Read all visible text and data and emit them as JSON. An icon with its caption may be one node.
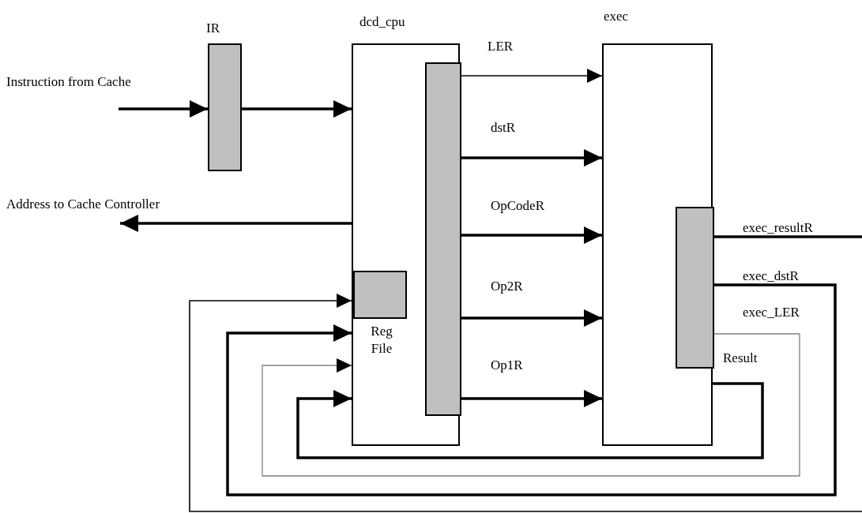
{
  "diagram": {
    "nodes": [
      {
        "text": [
          "IR"
        ]
      },
      {
        "text": [
          "dcd_cpu"
        ]
      },
      {
        "text": [],
        "shape": "bar",
        "in": 1
      },
      {
        "text": [
          "Reg File"
        ],
        "in": 1
      },
      {
        "text": [
          "exec"
        ]
      },
      {
        "text": [],
        "shape": "bar",
        "in": 4
      },
      {
        "text": [
          "Instruction from Cache"
        ]
      },
      {
        "text": [
          "Address to Cache Controller"
        ]
      }
    ],
    "edges": [
      {
        "from": 6,
        "to": 0,
        "arrow": "to"
      },
      {
        "from": 0,
        "to": 1,
        "arrow": "to"
      },
      {
        "from": 1,
        "to": 7,
        "arrow": "to"
      },
      {
        "from": 2,
        "to": 4,
        "arrow": "to",
        "label": "LER"
      },
      {
        "from": 2,
        "to": 4,
        "arrow": "to",
        "label": "dstR"
      },
      {
        "from": 2,
        "to": 4,
        "arrow": "to",
        "label": "OpCodeR"
      },
      {
        "from": 2,
        "to": 4,
        "arrow": "to",
        "label": "Op2R"
      },
      {
        "from": 2,
        "to": 4,
        "arrow": "to",
        "label": "Op1R"
      },
      {
        "from": 5,
        "to": null,
        "arrow": "none",
        "label": "exec_resultR"
      },
      {
        "from": null,
        "to": 3,
        "arrow": "to"
      },
      {
        "from": 5,
        "to": 1,
        "arrow": "to",
        "label": "exec_dstR"
      },
      {
        "from": 5,
        "to": 1,
        "arrow": "to",
        "label": "exec_LER",
        "color": "#808080"
      },
      {
        "from": 4,
        "to": 1,
        "arrow": "to",
        "label": "Result"
      }
    ]
  }
}
